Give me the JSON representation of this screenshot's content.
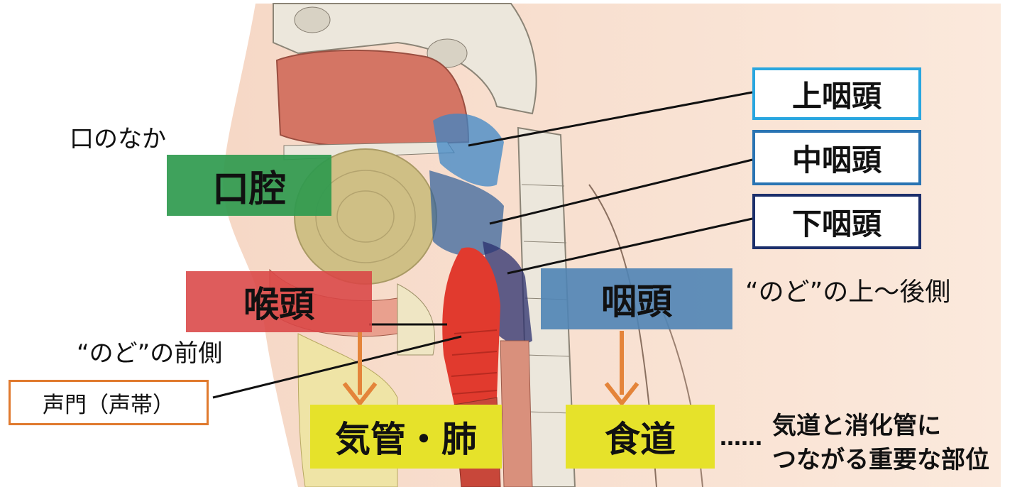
{
  "labels": {
    "oral_cavity_note": "口のなか",
    "oral_cavity": "口腔",
    "larynx": "喉頭",
    "larynx_note": "“のど”の前側",
    "glottis": "声門（声帯）",
    "pharynx": "咽頭",
    "pharynx_note": "“のど”の上～後側",
    "epipharynx": "上咽頭",
    "mesopharynx": "中咽頭",
    "hypopharynx": "下咽頭",
    "trachea_lung": "気管・肺",
    "esophagus": "食道",
    "dots": "……",
    "note_line1": "気道と消化管に",
    "note_line2": "つながる重要な部位"
  },
  "colors": {
    "oral_cavity_box": "#2f9a4e",
    "larynx_box": "#d94545",
    "pharynx_box": "#4f84b5",
    "epipharynx_border": "#29a6df",
    "mesopharynx_border": "#2a74b3",
    "hypopharynx_border": "#1c2f6b",
    "glottis_border": "#e07a2e",
    "arrow": "#e4843a",
    "yellow_box": "#e6e22a"
  },
  "icons": {
    "anatomy": "head-neck-sagittal-illustration",
    "arrows": "arrow-down-icon"
  }
}
